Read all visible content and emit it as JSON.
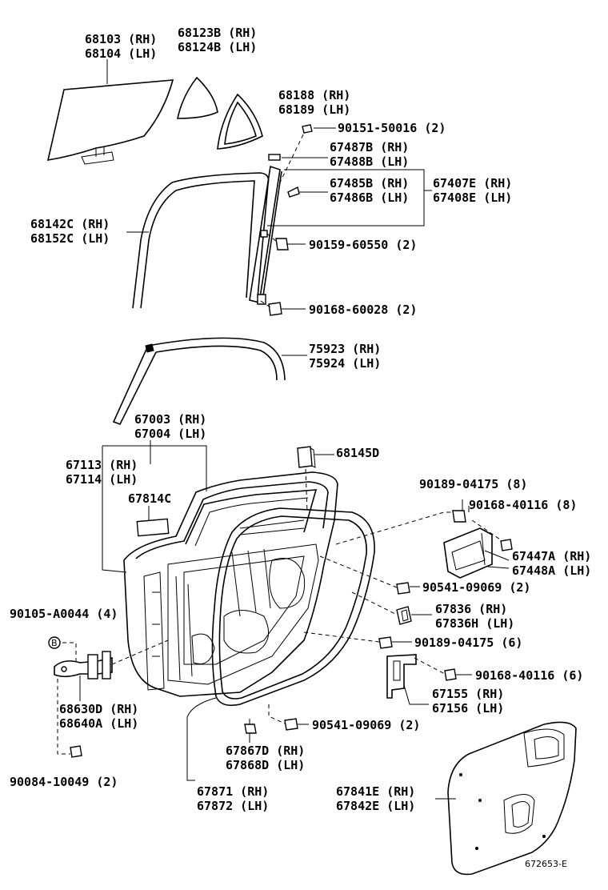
{
  "labels": {
    "glass_rh": "68103 (RH)",
    "glass_lh": "68104 (LH)",
    "quarter_glass_rh": "68123B (RH)",
    "quarter_glass_lh": "68124B (LH)",
    "quarter_weather_rh": "68188 (RH)",
    "quarter_weather_lh": "68189 (LH)",
    "screw_a": "90151-50016 (2)",
    "frame_upper_rh": "67487B (RH)",
    "frame_upper_lh": "67488B (LH)",
    "frame_lower_rh": "67485B (RH)",
    "frame_lower_lh": "67486B (LH)",
    "frame_rh": "67407E (RH)",
    "frame_lh": "67408E (LH)",
    "run_rh": "68142C (RH)",
    "run_lh": "68152C (LH)",
    "bolt_a": "90159-60550 (2)",
    "bolt_b": "90168-60028 (2)",
    "moulding_rh": "75923 (RH)",
    "moulding_lh": "75924 (LH)",
    "door_panel_rh": "67003 (RH)",
    "door_panel_lh": "67004 (LH)",
    "cushion": "68145D",
    "panel_sub_rh": "67113 (RH)",
    "panel_sub_lh": "67114 (LH)",
    "service_cover": "67814C",
    "clip_a": "90189-04175 (8)",
    "bolt_c": "90168-40116 (8)",
    "check_rh": "67447A (RH)",
    "check_lh": "67448A (LH)",
    "clip_b": "90541-09069 (2)",
    "screw_b": "90105-A0044 (4)",
    "bracket_rh": "67836 (RH)",
    "bracket_lh": "67836H (LH)",
    "clip_c": "90189-04175 (6)",
    "bolt_d": "90168-40116 (6)",
    "hinge_rh": "68630D (RH)",
    "hinge_lh": "68640A (LH)",
    "holder_rh": "67155 (RH)",
    "holder_lh": "67156 (LH)",
    "clip_d": "90541-09069 (2)",
    "weather_rh": "67867D (RH)",
    "weather_lh": "67868D (LH)",
    "bolt_e": "90084-10049 (2)",
    "weatherstrip_rh": "67871 (RH)",
    "weatherstrip_lh": "67872 (LH)",
    "trim_rh": "67841E (RH)",
    "trim_lh": "67842E (LH)",
    "diagram_code": "672653-E"
  },
  "callouts": {
    "circled_letter": "B"
  }
}
